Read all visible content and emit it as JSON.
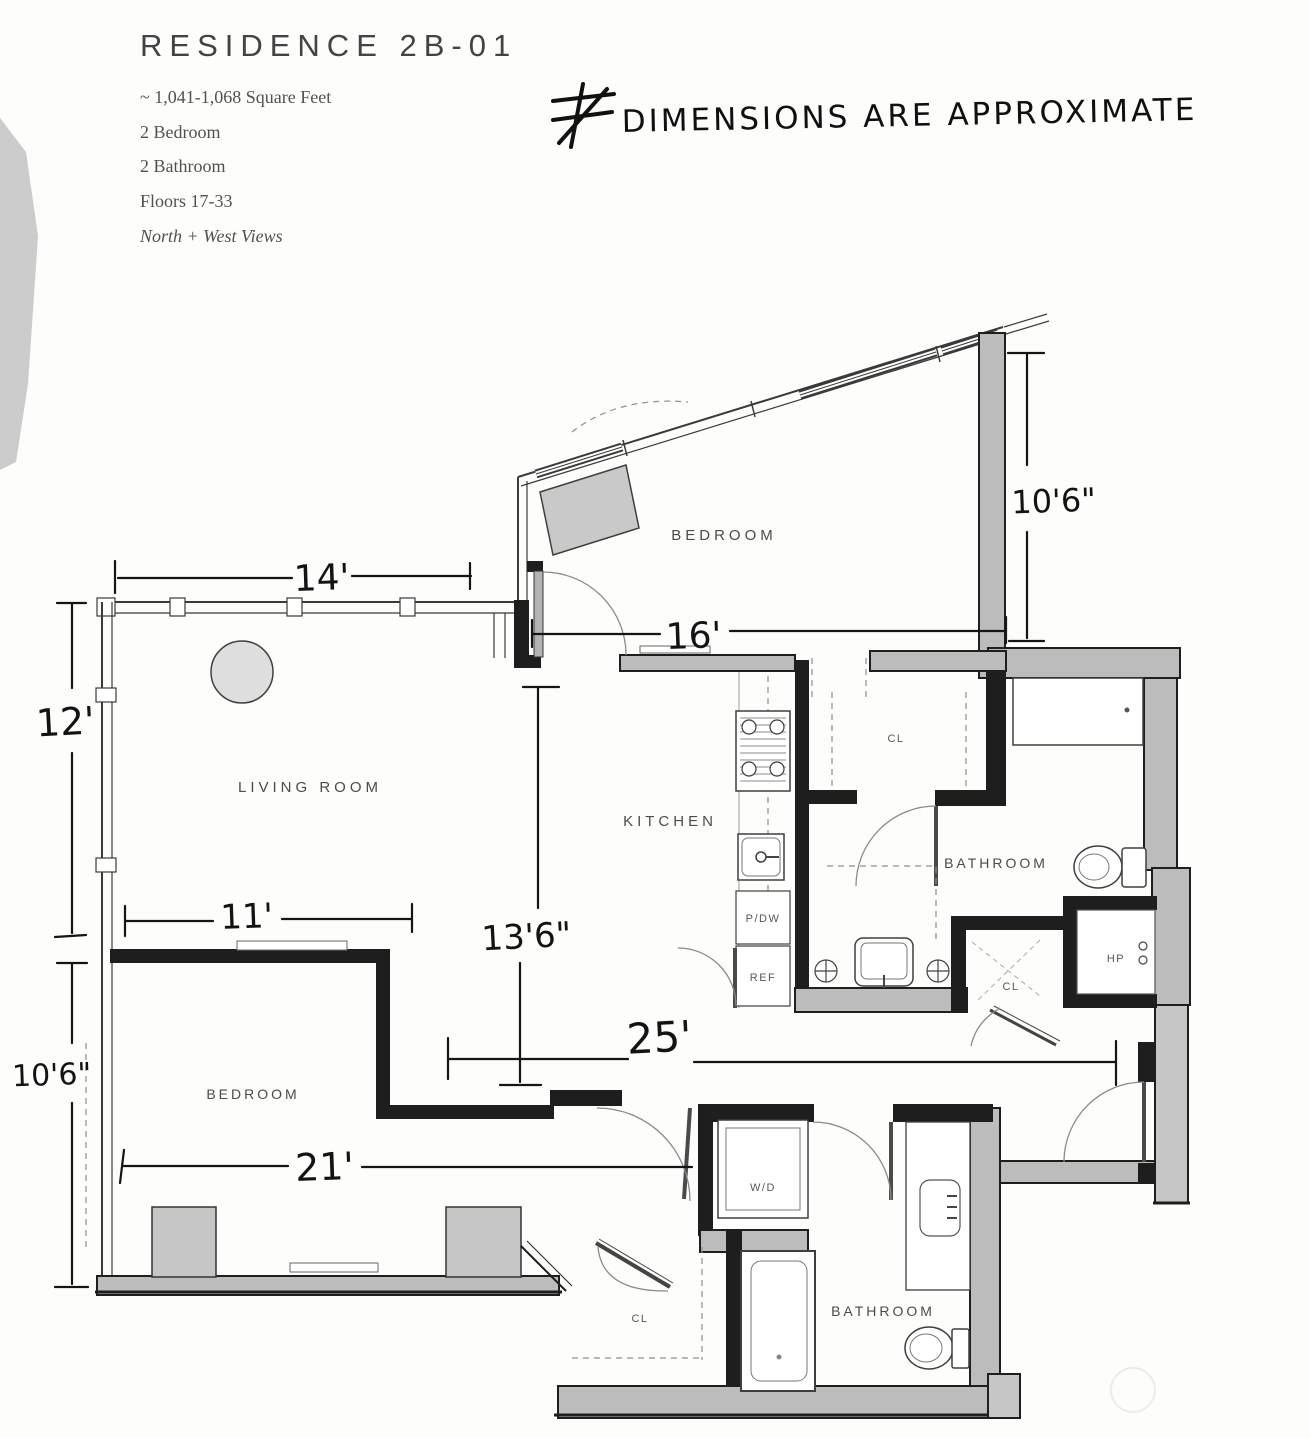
{
  "header": {
    "title": "RESIDENCE 2B-01",
    "specs": [
      "~ 1,041-1,068 Square Feet",
      "2 Bedroom",
      "2 Bathroom",
      "Floors 17-33",
      "North + West Views"
    ],
    "note": "DIMENSIONS ARE APPROXIMATE"
  },
  "plan": {
    "rooms": {
      "bedroom_top": "BEDROOM",
      "living": "LIVING ROOM",
      "kitchen": "KITCHEN",
      "bath_top": "BATHROOM",
      "bedroom_bottom": "BEDROOM",
      "bath_bottom": "BATHROOM"
    },
    "labels": {
      "closet_top": "CL",
      "closet_mid": "CL",
      "closet_bottom": "CL",
      "wd": "W/D",
      "ref": "REF",
      "pdw": "P/DW",
      "hp": "HP"
    },
    "dims": {
      "living_width": "14'",
      "living_depth": "12'",
      "bed2_depth": "10'6\"",
      "bed2_inner": "11'",
      "kitchen_depth": "13'6\"",
      "bed1_width": "16'",
      "bed1_depth": "10'6\"",
      "hall": "25'",
      "bed2_width": "21'"
    },
    "colors": {
      "paper": "#fdfdfc",
      "wall_fill": "#bcbcbc",
      "wall_dark": "#1e1e1e",
      "ink": "#141414"
    }
  }
}
